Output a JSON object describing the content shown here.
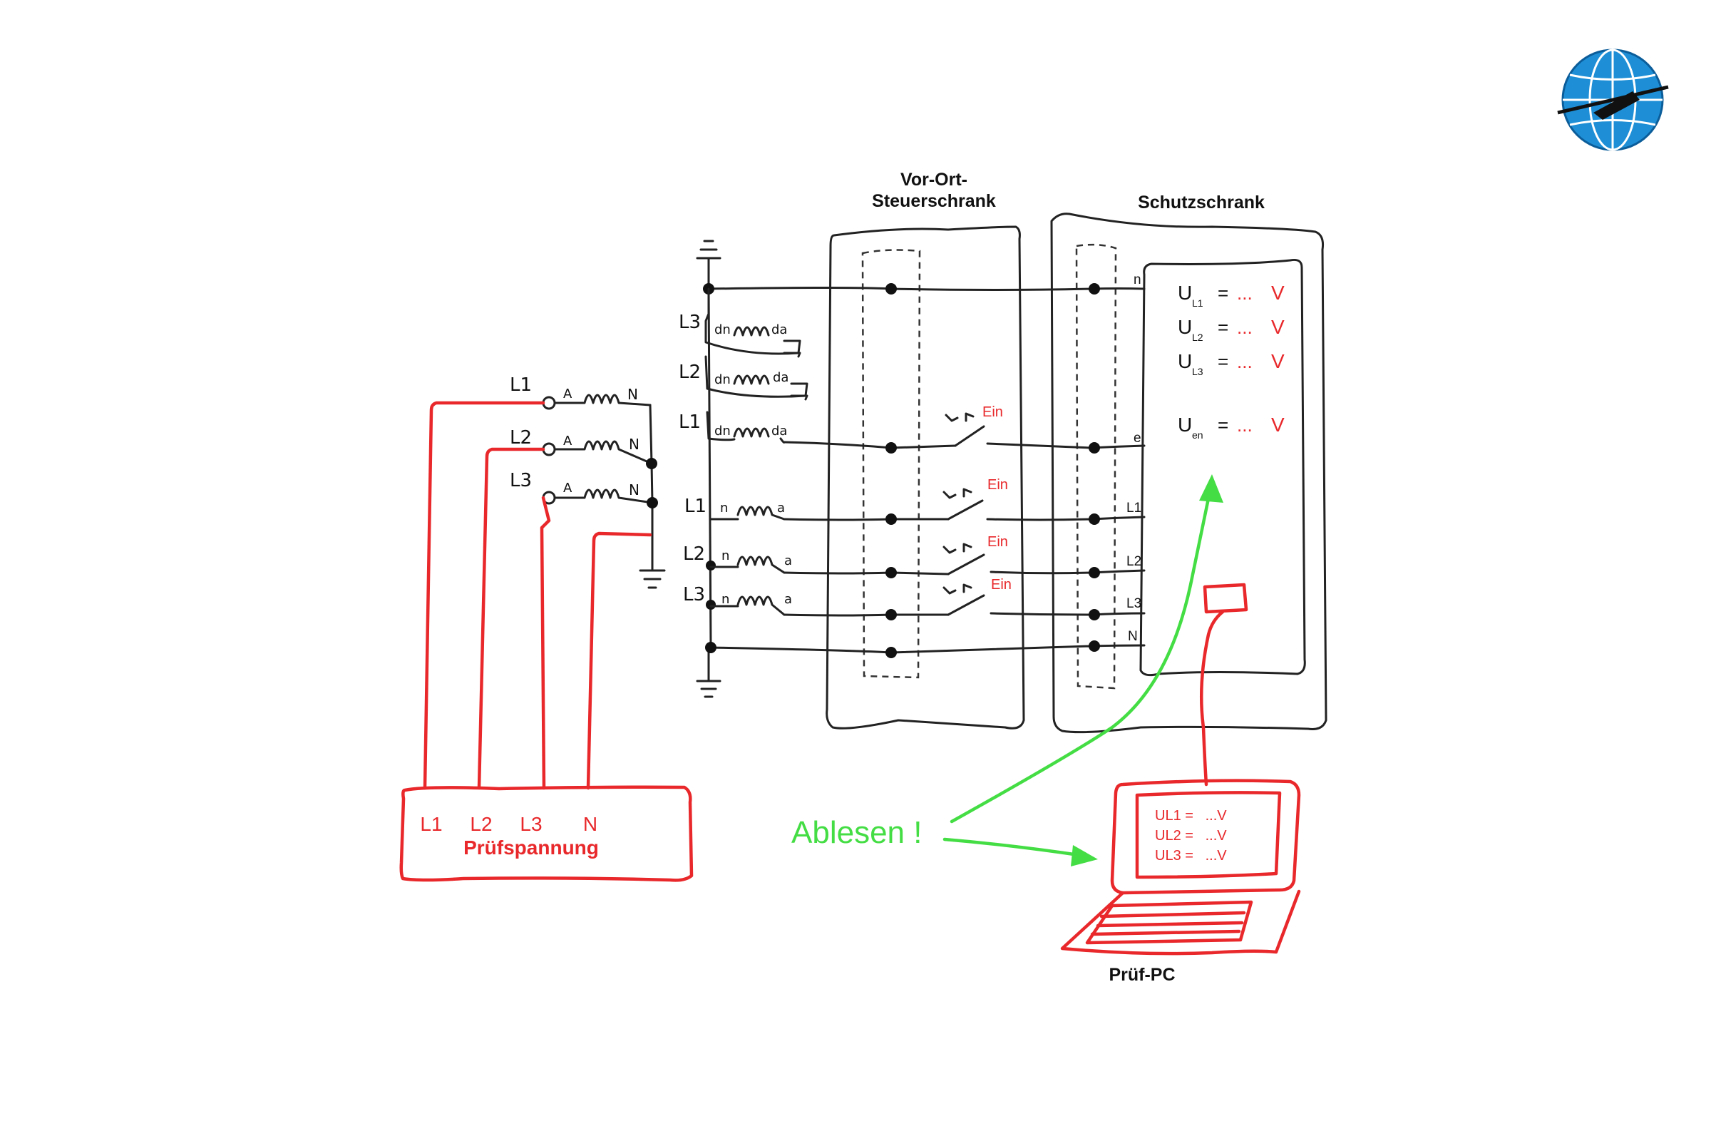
{
  "cabinets": {
    "local_control": {
      "title_line1": "Vor-Ort-",
      "title_line2": "Steuerschrank"
    },
    "protection": {
      "title": "Schutzschrank"
    }
  },
  "readings": {
    "ul1": {
      "sym": "U",
      "sub": "L1",
      "eq": "=",
      "dots": "...",
      "unit": "V"
    },
    "ul2": {
      "sym": "U",
      "sub": "L2",
      "eq": "=",
      "dots": "...",
      "unit": "V"
    },
    "ul3": {
      "sym": "U",
      "sub": "L3",
      "eq": "=",
      "dots": "...",
      "unit": "V"
    },
    "uen": {
      "sym": "U",
      "sub": "en",
      "eq": "=",
      "dots": "...",
      "unit": "V"
    }
  },
  "terminals": [
    "n",
    "e",
    "L1",
    "L2",
    "L3",
    "N"
  ],
  "switch_label": "Ein",
  "primary": {
    "phases": [
      "L1",
      "L2",
      "L3"
    ],
    "start": "A",
    "end": "N"
  },
  "open_delta": {
    "phases": [
      "L3",
      "L2",
      "L1"
    ],
    "start": "dn",
    "end": "da"
  },
  "secondary": {
    "phases": [
      "L1",
      "L2",
      "L3"
    ],
    "start": "n",
    "end": "a"
  },
  "test_source": {
    "terminals": [
      "L1",
      "L2",
      "L3",
      "N"
    ],
    "label": "Prüfspannung"
  },
  "read_label": "Ablesen !",
  "test_pc": {
    "label": "Prüf-PC",
    "screen_lines": [
      "UL1 =   ...V",
      "UL2 =   ...V",
      "UL3 =   ...V"
    ]
  },
  "colors": {
    "test_wiring": "#e8282b",
    "read_arrows": "#44dd44",
    "logo": "#1e8fd6",
    "ink": "#222222"
  },
  "logo_icon": "globe-logo-icon"
}
